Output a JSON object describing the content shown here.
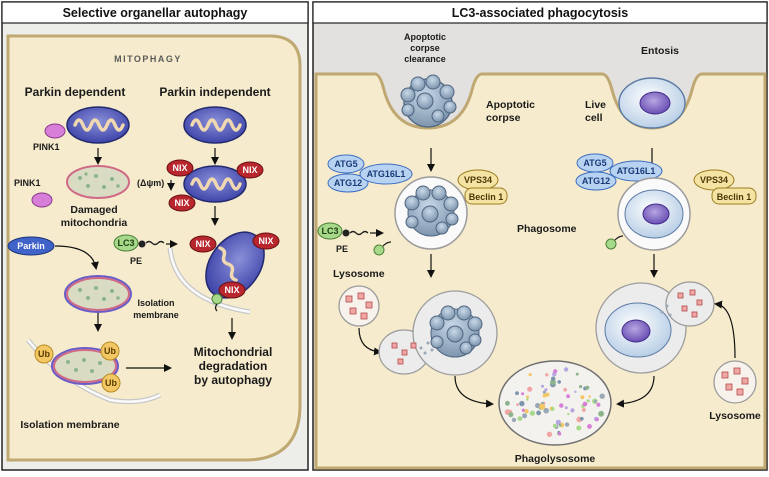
{
  "panels": {
    "left_title": "Selective organellar autophagy",
    "right_title": "LC3-associated phagocytosis"
  },
  "mitophagy": {
    "section_label": "MITOPHAGY",
    "parkin_dependent": "Parkin dependent",
    "parkin_independent": "Parkin independent",
    "pink1": "PINK1",
    "membrane_potential": "(Δψm)",
    "damaged_line1": "Damaged",
    "damaged_line2": "mitochondria",
    "parkin": "Parkin",
    "ub": "Ub",
    "nix": "NIX",
    "lc3": "LC3",
    "pe": "PE",
    "isolation_membrane_line1": "Isolation",
    "isolation_membrane_line2": "membrane",
    "isolation_membrane_bottom": "Isolation membrane",
    "degradation_line1": "Mitochondrial",
    "degradation_line2": "degradation",
    "degradation_line3": "by autophagy"
  },
  "lap": {
    "apoptotic_clearance_line1": "Apoptotic",
    "apoptotic_clearance_line2": "corpse",
    "apoptotic_clearance_line3": "clearance",
    "entosis": "Entosis",
    "apoptotic_corpse_line1": "Apoptotic",
    "apoptotic_corpse_line2": "corpse",
    "live_cell_line1": "Live",
    "live_cell_line2": "cell",
    "atg5": "ATG5",
    "atg12": "ATG12",
    "atg16l1": "ATG16L1",
    "vps34": "VPS34",
    "beclin1": "Beclin 1",
    "lc3": "LC3",
    "pe": "PE",
    "phagosome": "Phagosome",
    "lysosome": "Lysosome",
    "phagolysosome": "Phagolysosome"
  }
}
